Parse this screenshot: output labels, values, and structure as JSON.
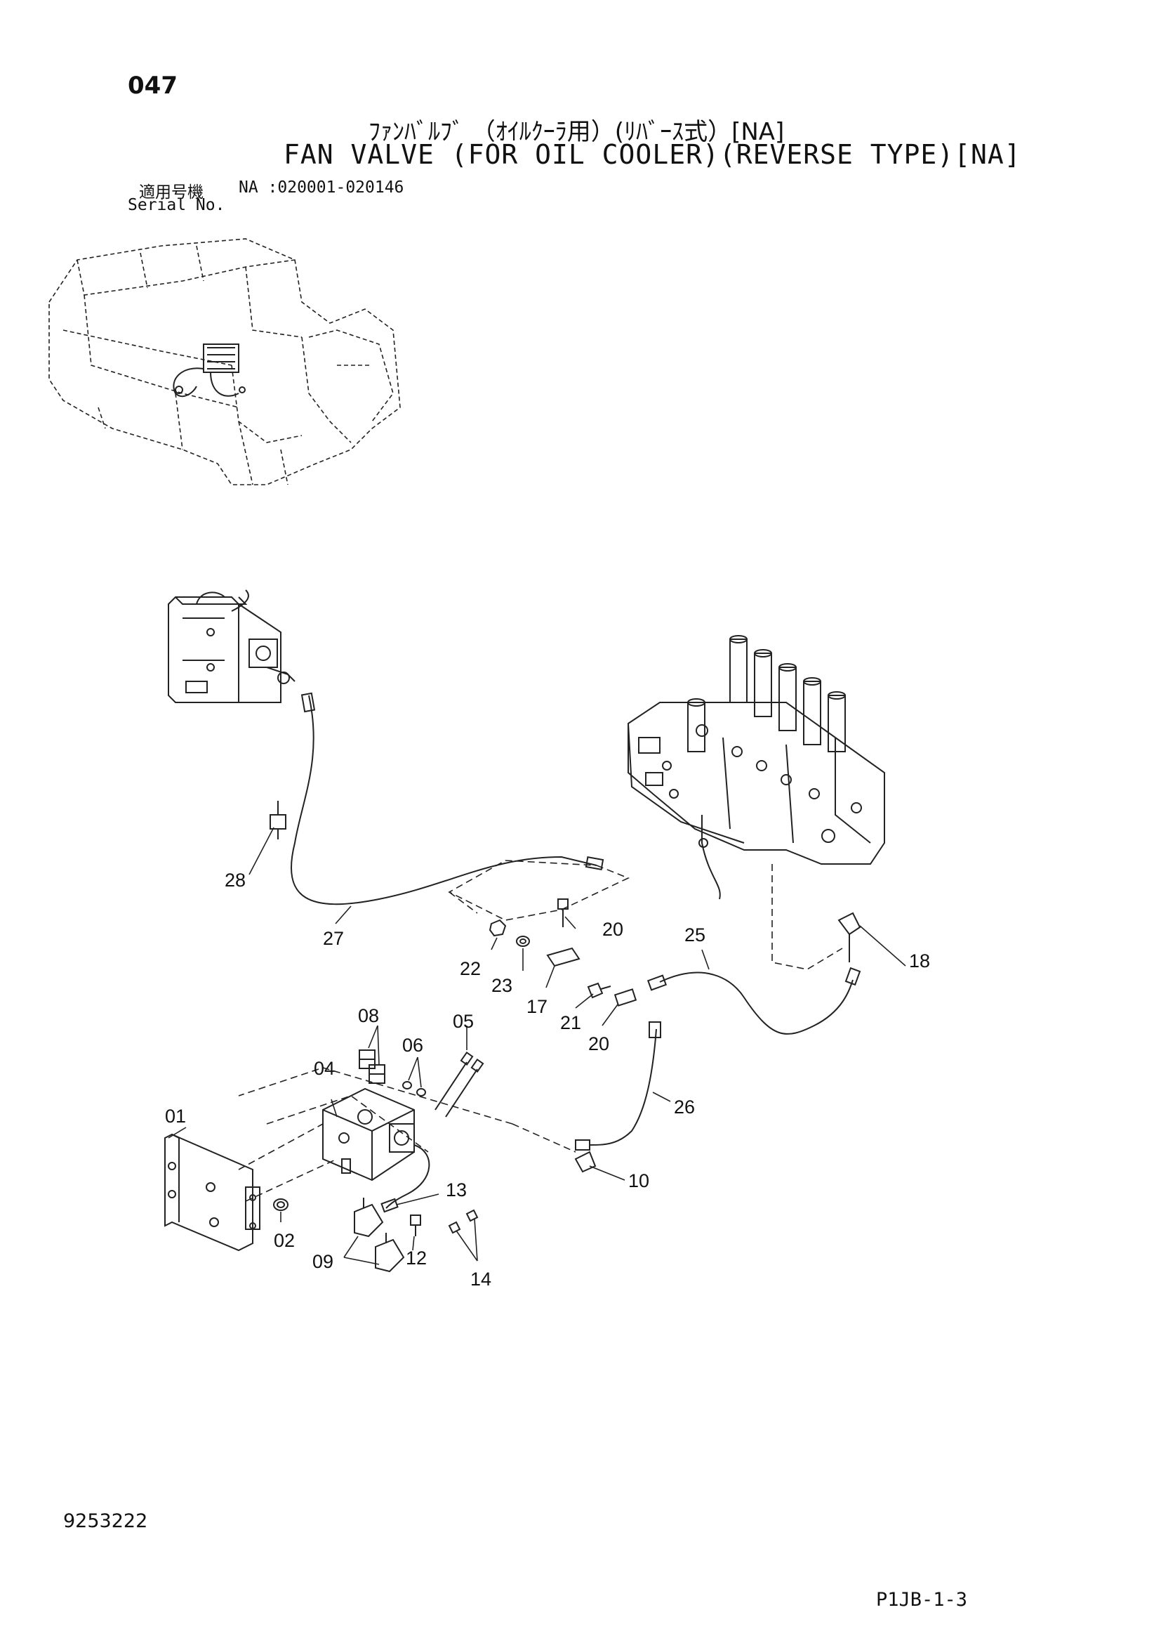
{
  "header": {
    "page_number": "047",
    "title_jp": "ﾌｧﾝﾊﾞﾙﾌﾞ （ｵｲﾙｸｰﾗ用）(ﾘﾊﾞｰｽ式）[NA]",
    "title_en": "FAN VALVE (FOR OIL COOLER)(REVERSE TYPE)[NA]",
    "serial_label_jp": "適用号機",
    "serial_value": "NA :020001-020146",
    "serial_label_en": "Serial No."
  },
  "callouts": [
    "01",
    "02",
    "04",
    "05",
    "06",
    "08",
    "09",
    "10",
    "12",
    "13",
    "14",
    "17",
    "18",
    "20",
    "20",
    "21",
    "22",
    "23",
    "25",
    "26",
    "27",
    "28"
  ],
  "footer": {
    "doc_number": "9253222",
    "page_code": "P1JB-1-3"
  },
  "colors": {
    "line": "#222222",
    "background": "#ffffff"
  }
}
